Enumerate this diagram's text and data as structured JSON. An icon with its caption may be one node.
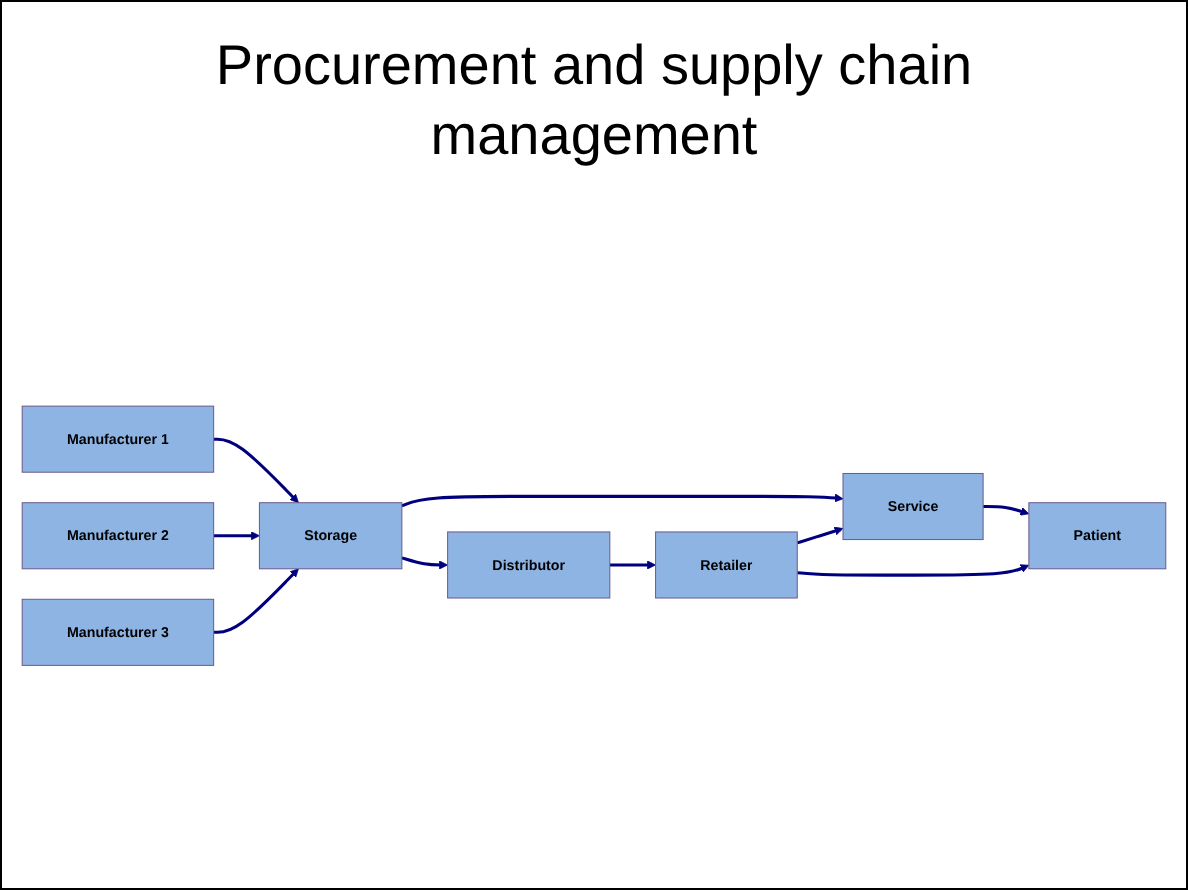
{
  "diagram": {
    "title": "Procurement and supply chain management",
    "nodes": [
      {
        "text": [
          "Manufacturer 1"
        ]
      },
      {
        "text": [
          "Manufacturer 2"
        ]
      },
      {
        "text": [
          "Manufacturer 3"
        ]
      },
      {
        "text": [
          "Storage"
        ]
      },
      {
        "text": [
          "Service"
        ]
      },
      {
        "text": [
          "Patient"
        ]
      },
      {
        "text": [
          "Distributor"
        ]
      },
      {
        "text": [
          "Retailer"
        ]
      }
    ],
    "edges": [
      {
        "from": 0,
        "to": 3,
        "arrow": "to"
      },
      {
        "from": 1,
        "to": 3,
        "arrow": "to"
      },
      {
        "from": 2,
        "to": 3,
        "arrow": "to"
      },
      {
        "from": 3,
        "to": 4,
        "arrow": "to"
      },
      {
        "from": 4,
        "to": 5,
        "arrow": "to"
      },
      {
        "from": 3,
        "to": 6,
        "arrow": "to"
      },
      {
        "from": 6,
        "to": 7,
        "arrow": "to"
      },
      {
        "from": 7,
        "to": 4,
        "arrow": "to"
      },
      {
        "from": 7,
        "to": 5,
        "arrow": "to"
      }
    ]
  }
}
